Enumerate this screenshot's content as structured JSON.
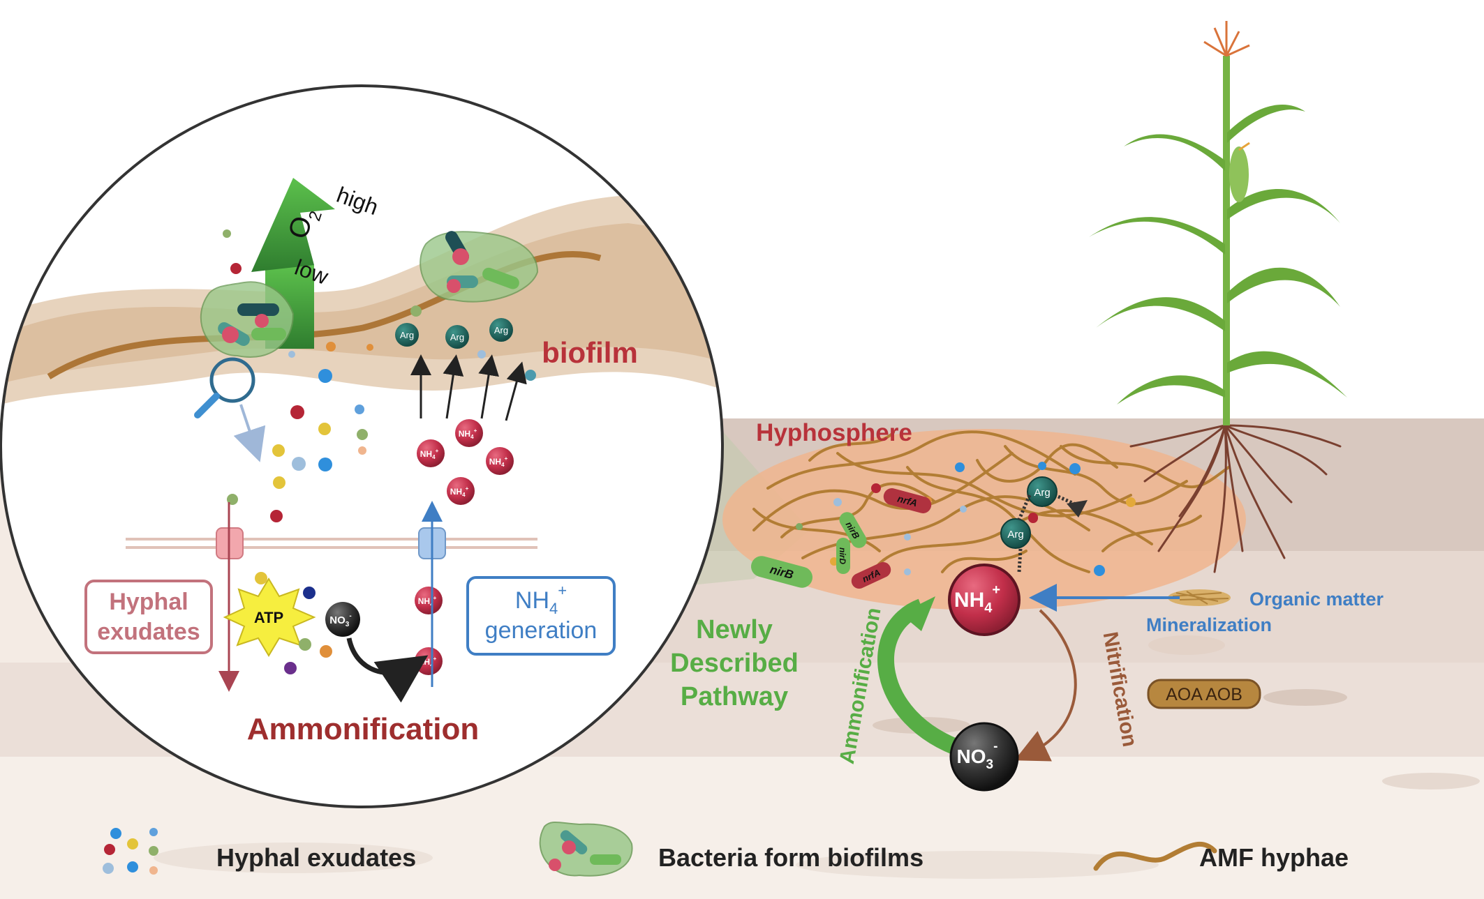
{
  "colors": {
    "soil_light": "#efe3d9",
    "soil_mid": "#e4d3c7",
    "soil_dark": "#d7c4b8",
    "hyphosphere_fill": "#f0b58e",
    "hyphae": "#b27d34",
    "nh4": "#c22f4a",
    "no3": "#333333",
    "arg": "#1f6b63",
    "red_text": "#b8323a",
    "green_text": "#57ad45",
    "blue_text": "#3f7ec4",
    "brown_text": "#9a5a3a"
  },
  "zoom": {
    "o2": "O",
    "o2_sub": "2",
    "high": "high",
    "low": "low",
    "biofilm": "biofilm",
    "arg": "Arg",
    "nh4": "NH",
    "nh4_sub": "4",
    "nh4_sup": "+",
    "hyphal_exudates_line1": "Hyphal",
    "hyphal_exudates_line2": "exudates",
    "atp": "ATP",
    "no3": "NO",
    "no3_sub": "3",
    "no3_sup": "-",
    "generation_line1": "NH",
    "generation_sub": "4",
    "generation_sup": "+",
    "generation_line2": "generation",
    "ammonification": "Ammonification"
  },
  "field": {
    "hyphosphere": "Hyphosphere",
    "arg": "Arg",
    "nrfA": "nrfA",
    "nirB": "nirB",
    "nirD": "nirD",
    "nh4": "NH",
    "nh4_sub": "4",
    "nh4_sup": "+",
    "no3": "NO",
    "no3_sub": "3",
    "no3_sup": "-",
    "organic_matter": "Organic matter",
    "mineralization": "Mineralization",
    "newly_line1": "Newly",
    "newly_line2": "Described",
    "newly_line3": "Pathway",
    "ammonification": "Ammonification",
    "nitrification": "Nitrification",
    "aoa_aob": "AOA  AOB"
  },
  "legend": {
    "exudates": "Hyphal exudates",
    "biofilms": "Bacteria form biofilms",
    "hyphae": "AMF hyphae"
  }
}
